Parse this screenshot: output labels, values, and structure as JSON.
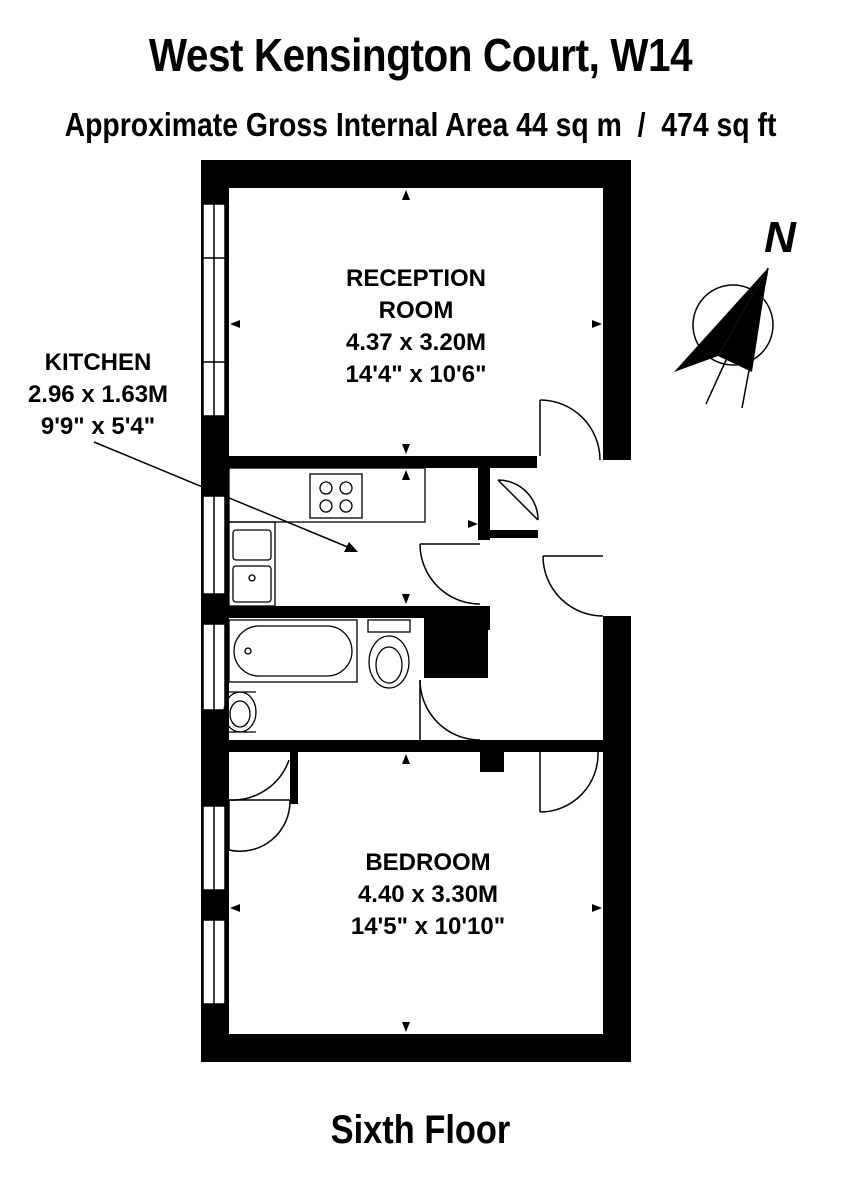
{
  "header": {
    "title": "West Kensington Court, W14",
    "subtitle": "Approximate Gross Internal Area 44 sq m  /  474 sq ft"
  },
  "compass": {
    "label": "N",
    "icon": "north-arrow-icon"
  },
  "rooms": {
    "reception": {
      "name_line1": "RECEPTION",
      "name_line2": "ROOM",
      "metric": "4.37 x 3.20M",
      "imperial": "14'4\" x 10'6\""
    },
    "kitchen": {
      "name": "KITCHEN",
      "metric": "2.96 x 1.63M",
      "imperial": "9'9\" x 5'4\""
    },
    "bedroom": {
      "name": "BEDROOM",
      "metric": "4.40 x 3.30M",
      "imperial": "14'5\" x 10'10\""
    }
  },
  "footer": {
    "floor": "Sixth Floor"
  },
  "colors": {
    "wall": "#000000",
    "background": "#ffffff"
  }
}
